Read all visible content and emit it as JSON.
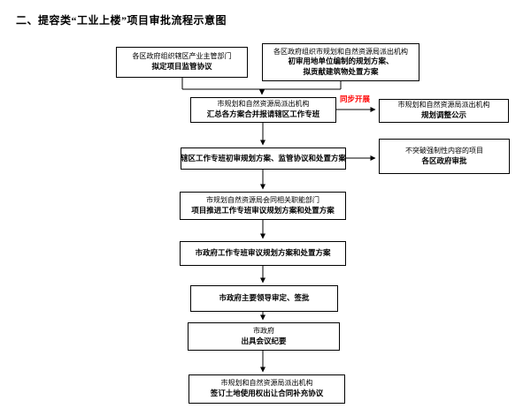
{
  "title": "二、提容类“工业上楼”项目审批流程示意图",
  "colors": {
    "background": "#ffffff",
    "text": "#000000",
    "flow_line": "#000000",
    "sync_label_red": "#ff0000"
  },
  "flow_labels": {
    "sync": "同步开展"
  },
  "boxes": {
    "district_supervision_agreement": {
      "lines": [
        "各区政府组织辖区产业主管部门",
        "拟定项目监管协议"
      ]
    },
    "preliminary_plan_review": {
      "lines": [
        "各区政府组织市规划和自然资源局派出机构",
        "初审用地单位编制的规划方案、",
        "拟贡献建筑物处置方案"
      ]
    },
    "consolidate_submit": {
      "lines": [
        "市规划和自然资源局派出机构",
        "汇总各方案合并报请辖区工作专班"
      ]
    },
    "plan_adjustment_publicity": {
      "lines": [
        "市规划和自然资源局派出机构",
        "规划调整公示"
      ]
    },
    "taskforce_preliminary_review": {
      "lines": [
        "辖区工作专班初审规划方案、监管协议和处置方案"
      ]
    },
    "district_government_approval": {
      "lines": [
        "不突破强制性内容的项目",
        "各区政府审批"
      ]
    },
    "promotion_taskforce_review": {
      "lines": [
        "市规划自然资源局会同相关职能部门",
        "项目推进工作专班审议规划方案和处置方案"
      ]
    },
    "city_taskforce_review": {
      "lines": [
        "市政府工作专班审议规划方案和处置方案"
      ]
    },
    "city_leader_signoff": {
      "lines": [
        "市政府主要领导审定、签批"
      ]
    },
    "meeting_minutes": {
      "lines": [
        "市政府",
        "出具会议纪要"
      ]
    },
    "sign_supplement_agreement": {
      "lines": [
        "市规划和自然资源局派出机构",
        "签订土地使用权出让合同补充协议"
      ]
    }
  }
}
